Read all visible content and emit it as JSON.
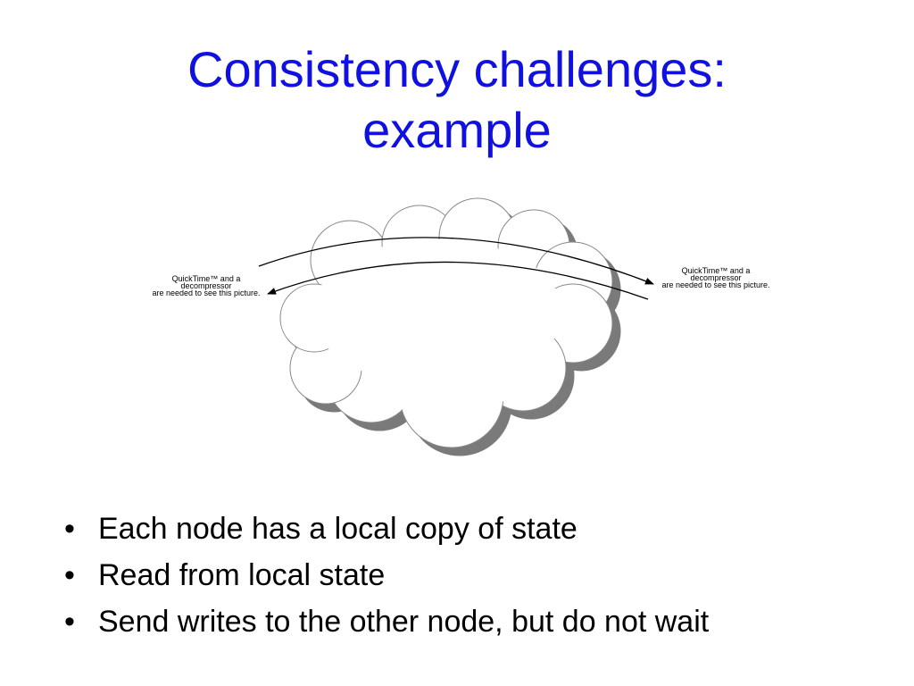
{
  "title": {
    "line1": "Consistency challenges:",
    "line2": "example"
  },
  "diagram": {
    "left_placeholder": {
      "line1": "QuickTime™ and a",
      "line2": "decompressor",
      "line3": "are needed to see this picture."
    },
    "right_placeholder": {
      "line1": "QuickTime™ and a",
      "line2": "decompressor",
      "line3": "are needed to see this picture."
    }
  },
  "bullets": [
    "Each node has a local copy of state",
    "Read from local state",
    "Send writes to the other node, but do not wait"
  ]
}
